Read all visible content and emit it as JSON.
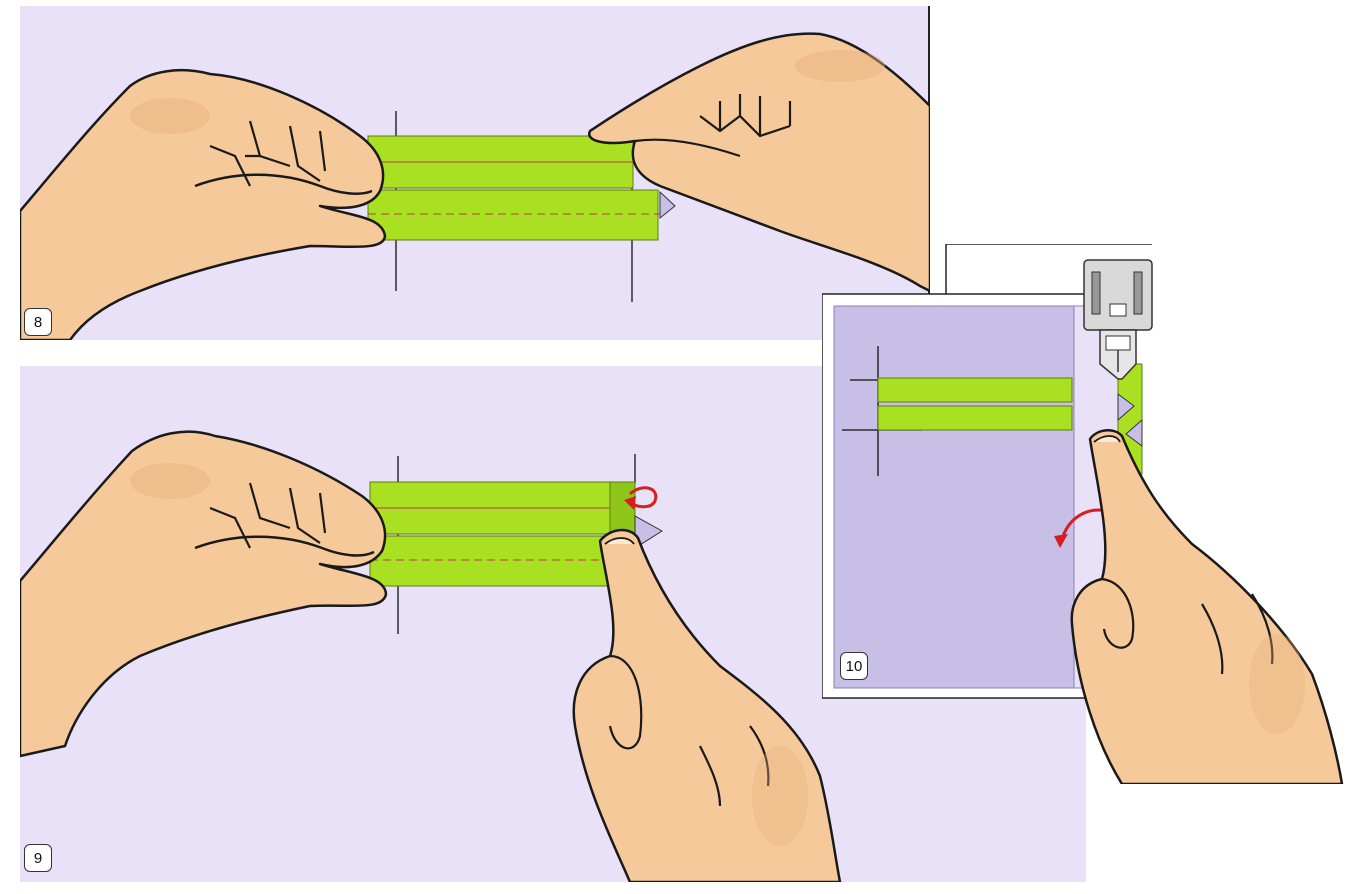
{
  "steps": [
    {
      "id": "8",
      "label": "8"
    },
    {
      "id": "9",
      "label": "9"
    },
    {
      "id": "10",
      "label": "10"
    }
  ],
  "colors": {
    "background_lavender": "#e9e1f7",
    "fabric_purple": "#c7bfe6",
    "strip_green": "#a9e021",
    "skin": "#f5c99a",
    "skin_shade": "#eab07c",
    "outline": "#1a1a1a",
    "arrow_red": "#d62020",
    "stitch_line": "#cc3355"
  },
  "icons": [
    "left-hand-icon",
    "right-hand-icon",
    "pointing-finger-icon",
    "presser-foot-icon",
    "curved-arrow-icon"
  ]
}
